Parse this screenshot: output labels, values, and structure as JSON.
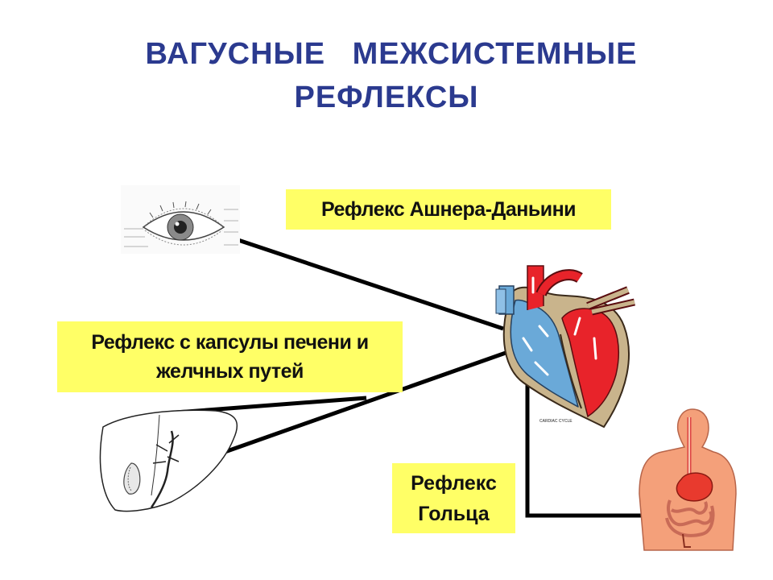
{
  "title": {
    "line1": "ВАГУСНЫЕ  МЕЖСИСТЕМНЫЕ",
    "line2": "РЕФЛЕКСЫ"
  },
  "reflexes": {
    "eye_heart": "Рефлекс  Ашнера-Даньини",
    "liver_line1": "Рефлекс с капсулы печени и",
    "liver_line2": "желчных  путей",
    "goltz_line1": "Рефлекс",
    "goltz_line2": "Гольца"
  },
  "heart_caption": "CARDIAC CYCLE",
  "icons": [
    "eye-icon",
    "heart-icon",
    "liver-icon",
    "torso-digestive-icon"
  ],
  "colors": {
    "title": "#2b3a8f",
    "label_background": "#ffff66",
    "arterial": "#e8232a",
    "venous": "#6aa9d8",
    "body_skin": "#f4a07a"
  }
}
